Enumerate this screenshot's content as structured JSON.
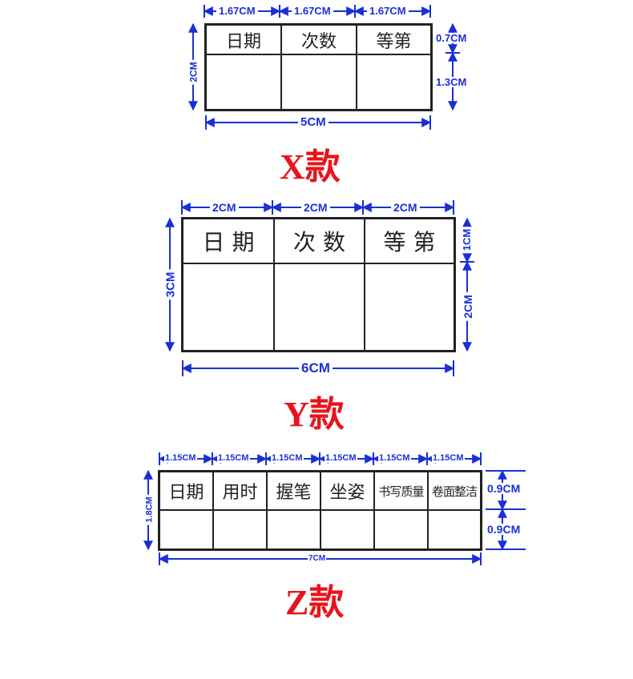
{
  "accent_colors": {
    "dimension": "#1a2fd8",
    "title": "#e8141b",
    "border": "#222222"
  },
  "x_style": {
    "label": "X款",
    "headers": [
      "日期",
      "次数",
      "等第"
    ],
    "col_dims": [
      "1.67CM",
      "1.67CM",
      "1.67CM"
    ],
    "total_width": "5CM",
    "total_height": "2CM",
    "header_height": "0.7CM",
    "body_height": "1.3CM"
  },
  "y_style": {
    "label": "Y款",
    "headers": [
      "日 期",
      "次 数",
      "等 第"
    ],
    "col_dims": [
      "2CM",
      "2CM",
      "2CM"
    ],
    "total_width": "6CM",
    "total_height": "3CM",
    "header_height": "1CM",
    "body_height": "2CM"
  },
  "z_style": {
    "label": "Z款",
    "headers": [
      "日期",
      "用时",
      "握笔",
      "坐姿",
      "书写质量",
      "卷面整洁"
    ],
    "col_dims": [
      "1.15CM",
      "1.15CM",
      "1.15CM",
      "1.15CM",
      "1.15CM",
      "1.15CM"
    ],
    "total_width": "7CM",
    "total_height": "1.8CM",
    "header_height": "0.9CM",
    "body_height": "0.9CM"
  }
}
